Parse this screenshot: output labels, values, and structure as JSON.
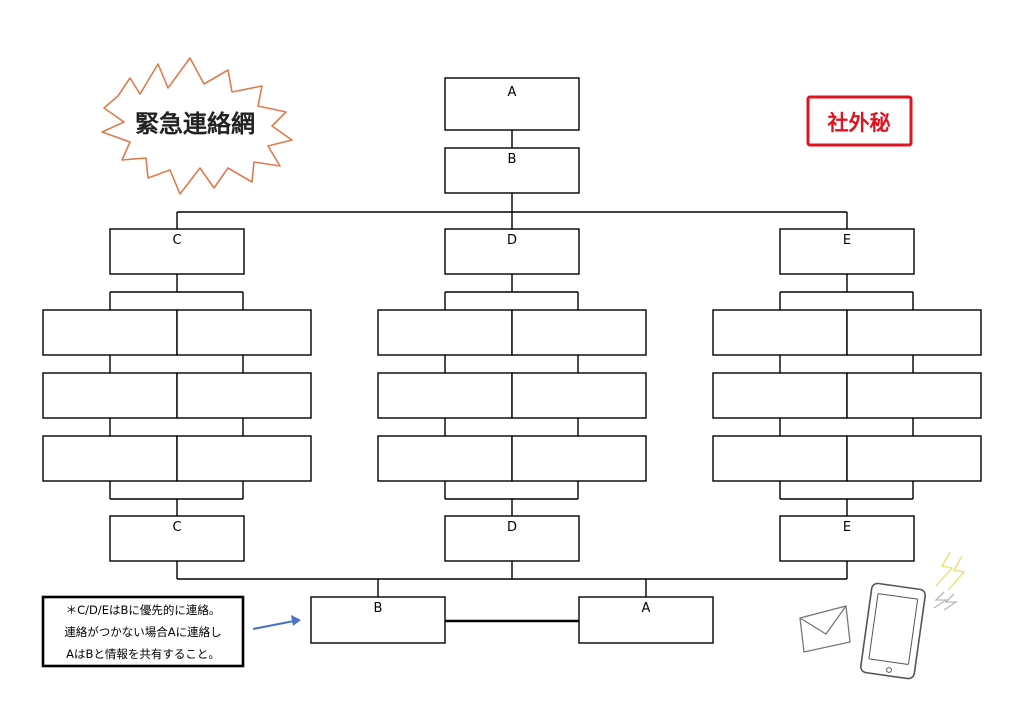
{
  "title": "緊急連絡網",
  "stamp": "社外秘",
  "nodes": {
    "top": "A",
    "second": "B",
    "groups": [
      "C",
      "D",
      "E"
    ],
    "bottom_groups": [
      "C",
      "D",
      "E"
    ],
    "final_left": "B",
    "final_right": "A"
  },
  "note": {
    "line1": "＊C/D/EはBに優先的に連絡。",
    "line2": "連絡がつかない場合Aに連絡し",
    "line3": "AはBと情報を共有すること。"
  },
  "colors": {
    "line": "#000000",
    "burst_stroke": "#e07a4f",
    "stamp": "#e0141e",
    "arrow": "#4a72c4",
    "lightning": "#e8e06a",
    "lightning_gray": "#b8b8b8",
    "device": "#555555"
  },
  "icons": {
    "mail": "envelope-icon",
    "phone": "smartphone-icon",
    "signal": "lightning-icon"
  }
}
